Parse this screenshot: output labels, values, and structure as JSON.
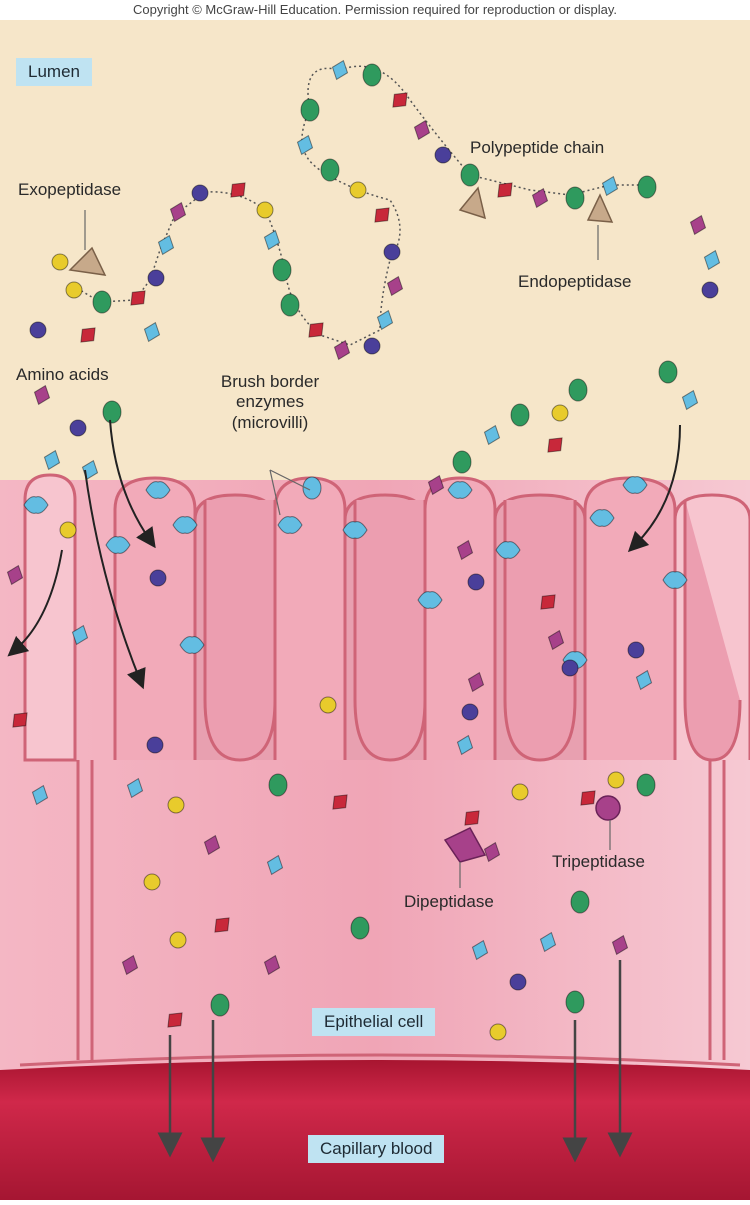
{
  "copyright": "Copyright © McGraw-Hill Education. Permission required for reproduction or display.",
  "labels": {
    "lumen": "Lumen",
    "polypeptide_chain": "Polypeptide chain",
    "exopeptidase": "Exopeptidase",
    "endopeptidase": "Endopeptidase",
    "amino_acids": "Amino acids",
    "brush_border_enzymes": "Brush border enzymes (microvilli)",
    "tripeptidase": "Tripeptidase",
    "dipeptidase": "Dipeptidase",
    "epithelial_cell": "Epithelial cell",
    "capillary_blood": "Capillary blood"
  },
  "brush_border_lines": [
    "Brush border",
    "enzymes",
    "(microvilli)"
  ],
  "colors": {
    "lumen": "#f6e6c9",
    "cell": "#f1aab9",
    "membrane": "#d7707f",
    "capillary": "#c0203c",
    "amino_green": "#2f9a5e",
    "amino_red": "#c8283a",
    "amino_blue": "#63bde2",
    "amino_purple": "#a7418a",
    "amino_navy": "#4a3f9a",
    "amino_yellow": "#e8cb2c",
    "peptidase": "#c7a98a"
  }
}
